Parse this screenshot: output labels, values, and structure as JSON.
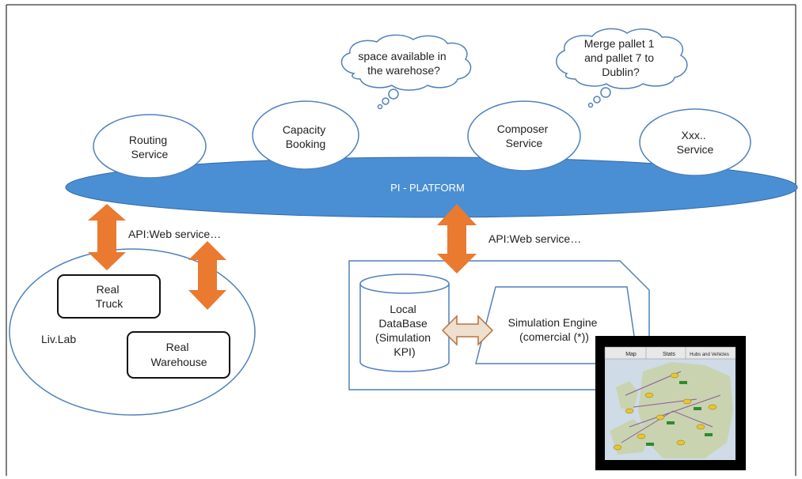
{
  "thoughts": {
    "space": {
      "lines": [
        "space available in",
        "the warehose?"
      ]
    },
    "merge": {
      "lines": [
        "Merge pallet 1",
        "and pallet 7 to",
        "Dublin?"
      ]
    }
  },
  "services": [
    {
      "lines": [
        "Routing",
        "Service"
      ]
    },
    {
      "lines": [
        "Capacity",
        "Booking"
      ]
    },
    {
      "lines": [
        "Composer",
        "Service"
      ]
    },
    {
      "lines": [
        "Xxx..",
        "Service"
      ]
    }
  ],
  "platform": {
    "label": "PI - PLATFORM"
  },
  "api": {
    "left_label": "API:Web service…",
    "right_label": "API:Web service…"
  },
  "livlab": {
    "label": "Liv.Lab",
    "truck": [
      "Real",
      "Truck"
    ],
    "warehouse": [
      "Real",
      "Warehouse"
    ]
  },
  "simulation": {
    "database": [
      "Local",
      "DataBase",
      "(Simulation",
      "KPI)"
    ],
    "engine": [
      "Simulation Engine",
      "(comercial (*))"
    ]
  },
  "map_screenshot": {
    "tabs": [
      "Map",
      "Stats",
      "Hubs and Vehicles"
    ]
  },
  "colors": {
    "outline": "#4f81bd",
    "platform_fill": "#4a8fd4",
    "arrow_orange": "#e97a2f",
    "arrow_beige": "#eedfcf",
    "arrow_beige_stroke": "#b8703a"
  }
}
